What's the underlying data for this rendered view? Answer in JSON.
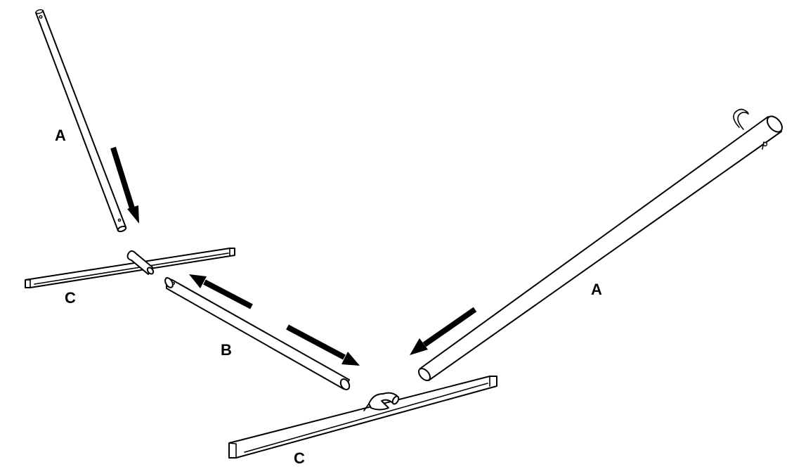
{
  "colors": {
    "line": "#000000",
    "background": "#ffffff",
    "arrow": "#000000"
  },
  "labels": {
    "pole_a_left": "A",
    "pole_a_right": "A",
    "pole_b": "B",
    "base_c_left": "C",
    "base_c_right": "C"
  }
}
